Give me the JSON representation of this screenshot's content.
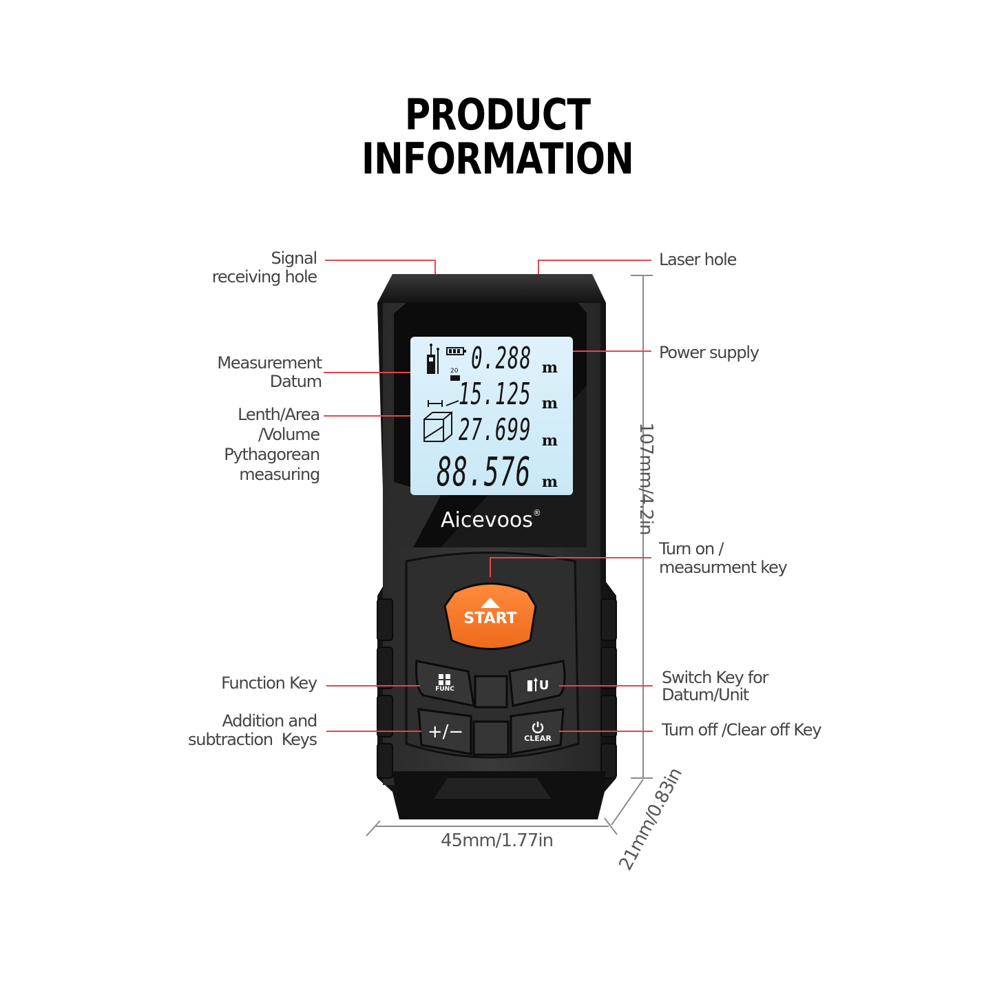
{
  "title": {
    "line1": "PRODUCT",
    "line2": "INFORMATION"
  },
  "device": {
    "brand": "Aicevoos",
    "registered_mark": "®",
    "display": {
      "rows": [
        {
          "value": "0.288",
          "unit": "m"
        },
        {
          "value": "15.125",
          "unit": "m"
        },
        {
          "value": "27.699",
          "unit": "m"
        },
        {
          "value": "88.576",
          "unit": "m"
        }
      ],
      "icons": [
        "laser-datum-icon",
        "battery-icon",
        "timer-icon",
        "length-icon",
        "area-volume-icon"
      ]
    },
    "keys": {
      "start": "START",
      "func": "FUNC",
      "unit": "U",
      "plus_minus": "+/−",
      "clear": "CLEAR"
    }
  },
  "callouts": {
    "left": [
      {
        "id": "signal",
        "lines": [
          "Signal",
          "receiving hole"
        ]
      },
      {
        "id": "datum",
        "lines": [
          "Measurement",
          "Datum"
        ]
      },
      {
        "id": "length",
        "lines": [
          "Lenth/Area",
          "/Volume",
          "Pythagorean",
          "measuring"
        ]
      },
      {
        "id": "function",
        "lines": [
          "Function Key"
        ]
      },
      {
        "id": "addsub",
        "lines": [
          "Addition and",
          "subtraction  Keys"
        ]
      }
    ],
    "right": [
      {
        "id": "laser",
        "lines": [
          "Laser hole"
        ]
      },
      {
        "id": "power",
        "lines": [
          "Power supply"
        ]
      },
      {
        "id": "turnon",
        "lines": [
          "Turn on /",
          "measurment key"
        ]
      },
      {
        "id": "switch",
        "lines": [
          "Switch Key for",
          "Datum/Unit"
        ]
      },
      {
        "id": "turnoff",
        "lines": [
          "Turn off /Clear off Key"
        ]
      }
    ]
  },
  "dimensions": {
    "height": "107mm/4.2in",
    "width": "45mm/1.77in",
    "depth": "21mm/0.83in"
  },
  "colors": {
    "callout_line": "#e8454a",
    "start_key": "#f47a2b",
    "body": "#1e1e1e",
    "lcd": "#d6eef9"
  }
}
